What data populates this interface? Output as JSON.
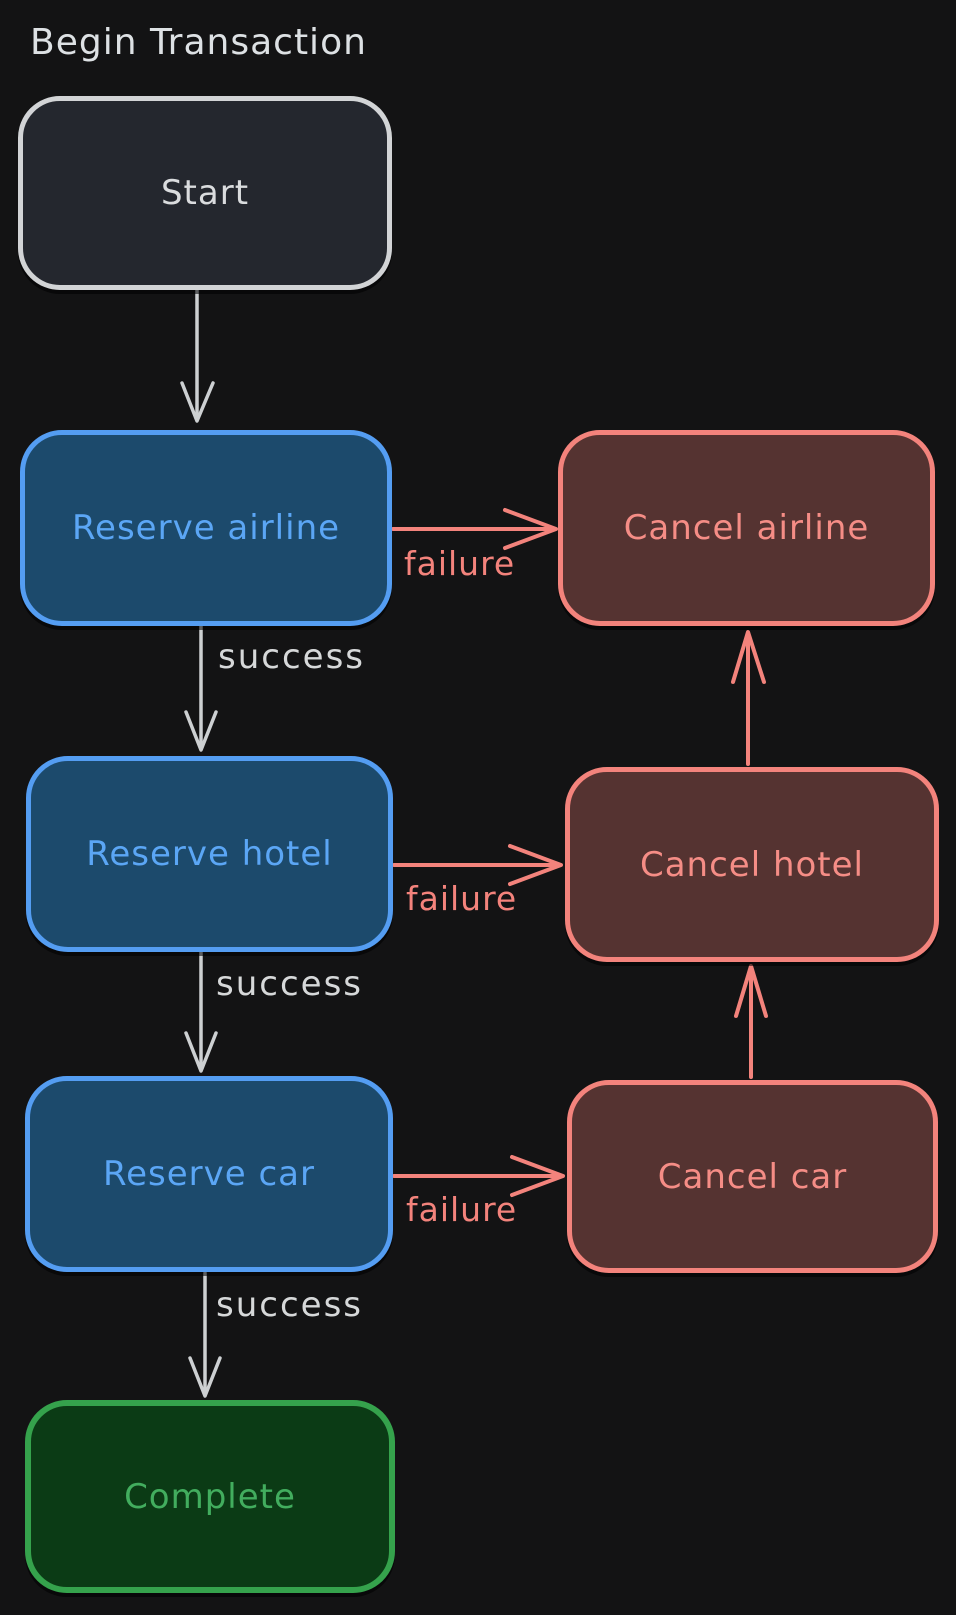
{
  "title": "Begin Transaction",
  "nodes": {
    "start": {
      "label": "Start",
      "role": "initial state"
    },
    "reserve_airline": {
      "label": "Reserve airline",
      "role": "action step"
    },
    "cancel_airline": {
      "label": "Cancel airline",
      "role": "compensation step"
    },
    "reserve_hotel": {
      "label": "Reserve hotel",
      "role": "action step"
    },
    "cancel_hotel": {
      "label": "Cancel hotel",
      "role": "compensation step"
    },
    "reserve_car": {
      "label": "Reserve car",
      "role": "action step"
    },
    "cancel_car": {
      "label": "Cancel car",
      "role": "compensation step"
    },
    "complete": {
      "label": "Complete",
      "role": "final state"
    }
  },
  "edges": {
    "start_to_reserve_airline": {
      "label": ""
    },
    "reserve_airline_to_reserve_hotel": {
      "label": "success"
    },
    "reserve_hotel_to_reserve_car": {
      "label": "success"
    },
    "reserve_car_to_complete": {
      "label": "success"
    },
    "reserve_airline_to_cancel_airline": {
      "label": "failure"
    },
    "reserve_hotel_to_cancel_hotel": {
      "label": "failure"
    },
    "reserve_car_to_cancel_car": {
      "label": "failure"
    },
    "cancel_hotel_to_cancel_airline": {
      "label": ""
    },
    "cancel_car_to_cancel_hotel": {
      "label": ""
    }
  },
  "colors": {
    "background": "#131314",
    "neutral_stroke": "#d2d4d6",
    "neutral_fill": "#24272e",
    "blue_stroke": "#549df2",
    "blue_fill": "#1c4a6c",
    "red_stroke": "#f3837c",
    "red_fill": "#553331",
    "green_stroke": "#35a24c",
    "green_fill": "#0b3b15",
    "arrow_white": "#cdd0d2",
    "arrow_red": "#f3837c"
  }
}
